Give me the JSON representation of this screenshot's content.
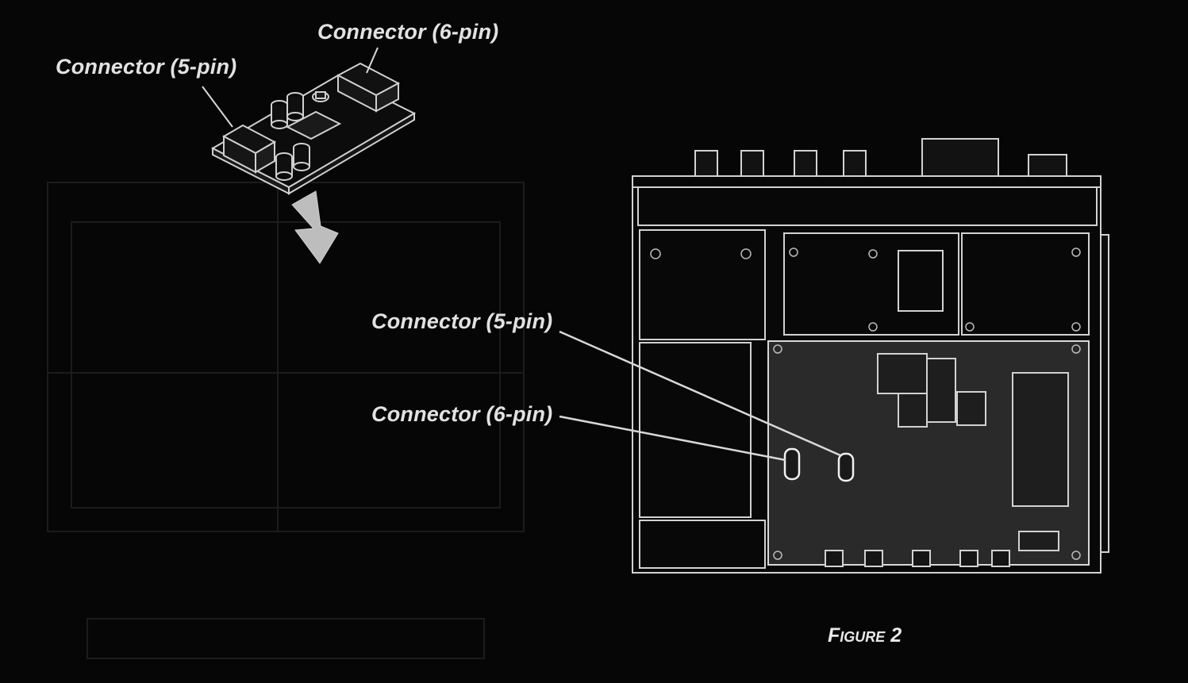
{
  "labels": {
    "top_connector_6pin": "Connector (6-pin)",
    "top_connector_5pin": "Connector (5-pin)",
    "main_connector_5pin": "Connector (5-pin)",
    "main_connector_6pin": "Connector (6-pin)"
  },
  "caption": "Figure 2",
  "colors": {
    "background": "#060606",
    "line_art": "#d8d8d8",
    "label_text": "#e2e2e2",
    "arrow": "#bdbdbd"
  }
}
